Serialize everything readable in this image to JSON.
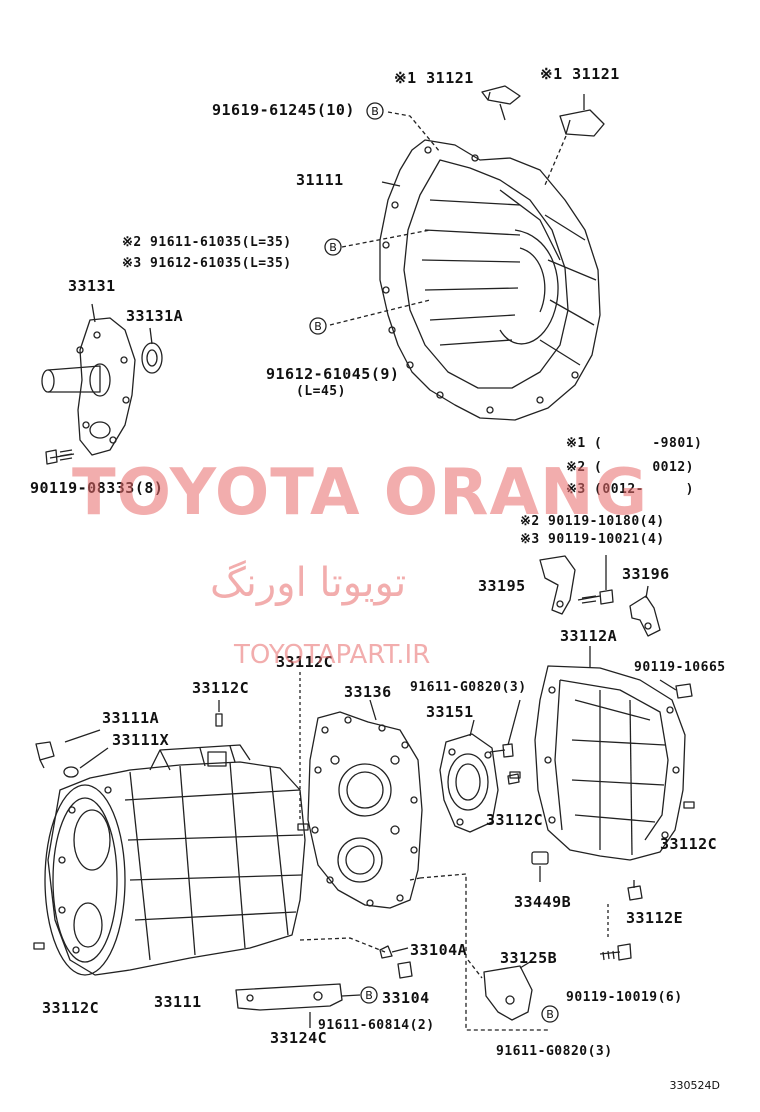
{
  "labels": {
    "l_31121_a": "※1 31121",
    "l_31121_b": "※1 31121",
    "l_91619": "91619-61245(10)",
    "l_31111": "31111",
    "l_91611_61035": "※2 91611-61035(L=35)",
    "l_91612_61035": "※3 91612-61035(L=35)",
    "l_33131": "33131",
    "l_33131a": "33131A",
    "l_91612_61045": "91612-61045(9)",
    "l_l45": "(L=45)",
    "l_90119_08333": "90119-08333(8)",
    "l_note1": "※1 (      -9801)",
    "l_note2": "※2 (      0012)",
    "l_note3": "※3 (0012-     )",
    "l_90119_10180": "※2 90119-10180(4)",
    "l_90119_10021": "※3 90119-10021(4)",
    "l_33195": "33195",
    "l_33196": "33196",
    "l_33112a": "33112A",
    "l_33112c_top": "33112C",
    "l_33112c_left": "33112C",
    "l_91611_g0820_a": "91611-G0820(3)",
    "l_90119_10665": "90119-10665",
    "l_33136": "33136",
    "l_33151": "33151",
    "l_33111a": "33111A",
    "l_33111x": "33111X",
    "l_33112c_mid": "33112C",
    "l_33112c_right": "33112C",
    "l_33449b": "33449B",
    "l_33112e": "33112E",
    "l_33104a": "33104A",
    "l_33125b": "33125B",
    "l_33112c_bl": "33112C",
    "l_33111": "33111",
    "l_33104": "33104",
    "l_90119_10019": "90119-10019(6)",
    "l_91611_60814": "91611-60814(2)",
    "l_33124c": "33124C",
    "l_91611_g0820_b": "91611-G0820(3)"
  },
  "callout_letter": "B",
  "watermark": {
    "brand": "TOYOTA ORANG",
    "persian": "تویوتا اورنگ",
    "url": "TOYOTAPART.IR",
    "color": "#e86b6b"
  },
  "diagram_code": "330524D"
}
